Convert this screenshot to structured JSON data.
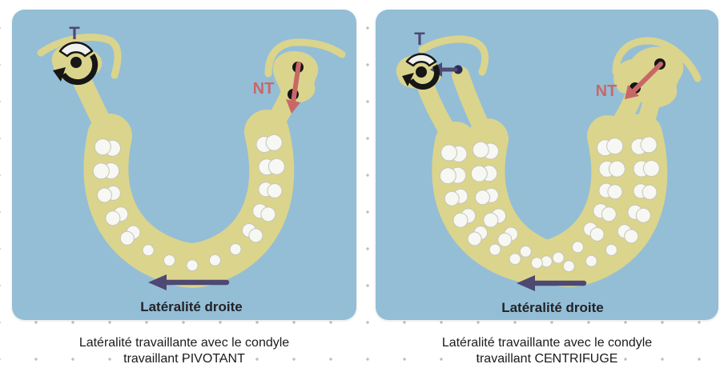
{
  "colors": {
    "panel_background": "#94bed6",
    "bone": "#dbd48c",
    "teeth_fill": "#f7f7f3",
    "teeth_stroke": "#c6c6b8",
    "working_color": "#4d4973",
    "non_working_color": "#c96767",
    "rotation_arrow_color": "#161616",
    "caption_color": "#1b1b1d"
  },
  "panels": [
    {
      "id": "pivotant",
      "working_condyle_label": "T",
      "non_working_condyle_label": "NT",
      "movement_arrow_label": "Latéralité droite",
      "caption_line1": "Latéralité travaillante avec le condyle",
      "caption_line2": "travaillant PIVOTANT"
    },
    {
      "id": "centrifuge",
      "working_condyle_label": "T",
      "non_working_condyle_label": "NT",
      "movement_arrow_label": "Latéralité droite",
      "caption_line1": "Latéralité travaillante avec le condyle",
      "caption_line2": "travaillant CENTRIFUGE"
    }
  ]
}
